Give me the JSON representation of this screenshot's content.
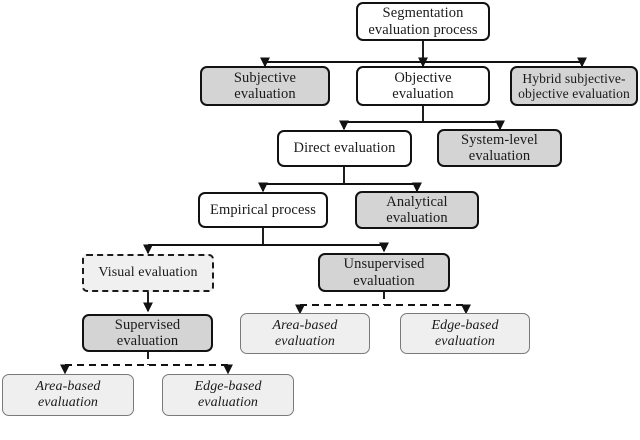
{
  "diagram": {
    "title": "Segmentation evaluation process taxonomy",
    "type": "flowchart",
    "colors": {
      "background": "#ffffff",
      "fill_white": "#ffffff",
      "fill_gray": "#d4d4d4",
      "fill_light": "#efefef",
      "fill_dashed": "#f0f0f0",
      "stroke_dark": "#121212",
      "stroke_light": "#7a7a7a"
    },
    "nodes": [
      {
        "id": "root",
        "label": "Segmentation\nevaluation process",
        "line1": "Segmentation",
        "line2": "evaluation process",
        "style": "white",
        "level": 0
      },
      {
        "id": "subjective",
        "label": "Subjective\nevaluation",
        "line1": "Subjective",
        "line2": "evaluation",
        "style": "gray",
        "level": 1
      },
      {
        "id": "objective",
        "label": "Objective\nevaluation",
        "line1": "Objective",
        "line2": "evaluation",
        "style": "white",
        "level": 1
      },
      {
        "id": "hybrid",
        "label": "Hybrid subjective-\nobjective evaluation",
        "line1": "Hybrid subjective-",
        "line2": "objective evaluation",
        "style": "gray",
        "level": 1
      },
      {
        "id": "direct",
        "label": "Direct evaluation",
        "line1": "Direct evaluation",
        "line2": "",
        "style": "white",
        "level": 2
      },
      {
        "id": "systemlevel",
        "label": "System-level\nevaluation",
        "line1": "System-level",
        "line2": "evaluation",
        "style": "gray",
        "level": 2
      },
      {
        "id": "empirical",
        "label": "Empirical process",
        "line1": "Empirical process",
        "line2": "",
        "style": "white",
        "level": 3
      },
      {
        "id": "analytical",
        "label": "Analytical\nevaluation",
        "line1": "Analytical",
        "line2": "evaluation",
        "style": "gray",
        "level": 3
      },
      {
        "id": "visual",
        "label": "Visual evaluation",
        "line1": "Visual evaluation",
        "line2": "",
        "style": "dashed",
        "level": 4
      },
      {
        "id": "unsupervised",
        "label": "Unsupervised\nevaluation",
        "line1": "Unsupervised",
        "line2": "evaluation",
        "style": "gray",
        "level": 4
      },
      {
        "id": "supervised",
        "label": "Supervised\nevaluation",
        "line1": "Supervised",
        "line2": "evaluation",
        "style": "gray",
        "level": 5
      },
      {
        "id": "unsup-area",
        "label": "Area-based\nevaluation",
        "line1": "Area-based",
        "line2": "evaluation",
        "style": "light",
        "level": 5
      },
      {
        "id": "unsup-edge",
        "label": "Edge-based\nevaluation",
        "line1": "Edge-based",
        "line2": "evaluation",
        "style": "light",
        "level": 5
      },
      {
        "id": "sup-area",
        "label": "Area-based\nevaluation",
        "line1": "Area-based",
        "line2": "evaluation",
        "style": "light",
        "level": 6
      },
      {
        "id": "sup-edge",
        "label": "Edge-based\nevaluation",
        "line1": "Edge-based",
        "line2": "evaluation",
        "style": "light",
        "level": 6
      }
    ],
    "edges": [
      {
        "from": "root",
        "to": "subjective",
        "style": "solid"
      },
      {
        "from": "root",
        "to": "objective",
        "style": "solid"
      },
      {
        "from": "root",
        "to": "hybrid",
        "style": "solid"
      },
      {
        "from": "objective",
        "to": "direct",
        "style": "solid"
      },
      {
        "from": "objective",
        "to": "systemlevel",
        "style": "solid"
      },
      {
        "from": "direct",
        "to": "empirical",
        "style": "solid"
      },
      {
        "from": "direct",
        "to": "analytical",
        "style": "solid"
      },
      {
        "from": "empirical",
        "to": "visual",
        "style": "solid"
      },
      {
        "from": "empirical",
        "to": "unsupervised",
        "style": "solid"
      },
      {
        "from": "visual",
        "to": "supervised",
        "style": "solid"
      },
      {
        "from": "unsupervised",
        "to": "unsup-area",
        "style": "dashed"
      },
      {
        "from": "unsupervised",
        "to": "unsup-edge",
        "style": "dashed"
      },
      {
        "from": "supervised",
        "to": "sup-area",
        "style": "dashed"
      },
      {
        "from": "supervised",
        "to": "sup-edge",
        "style": "dashed"
      }
    ]
  }
}
